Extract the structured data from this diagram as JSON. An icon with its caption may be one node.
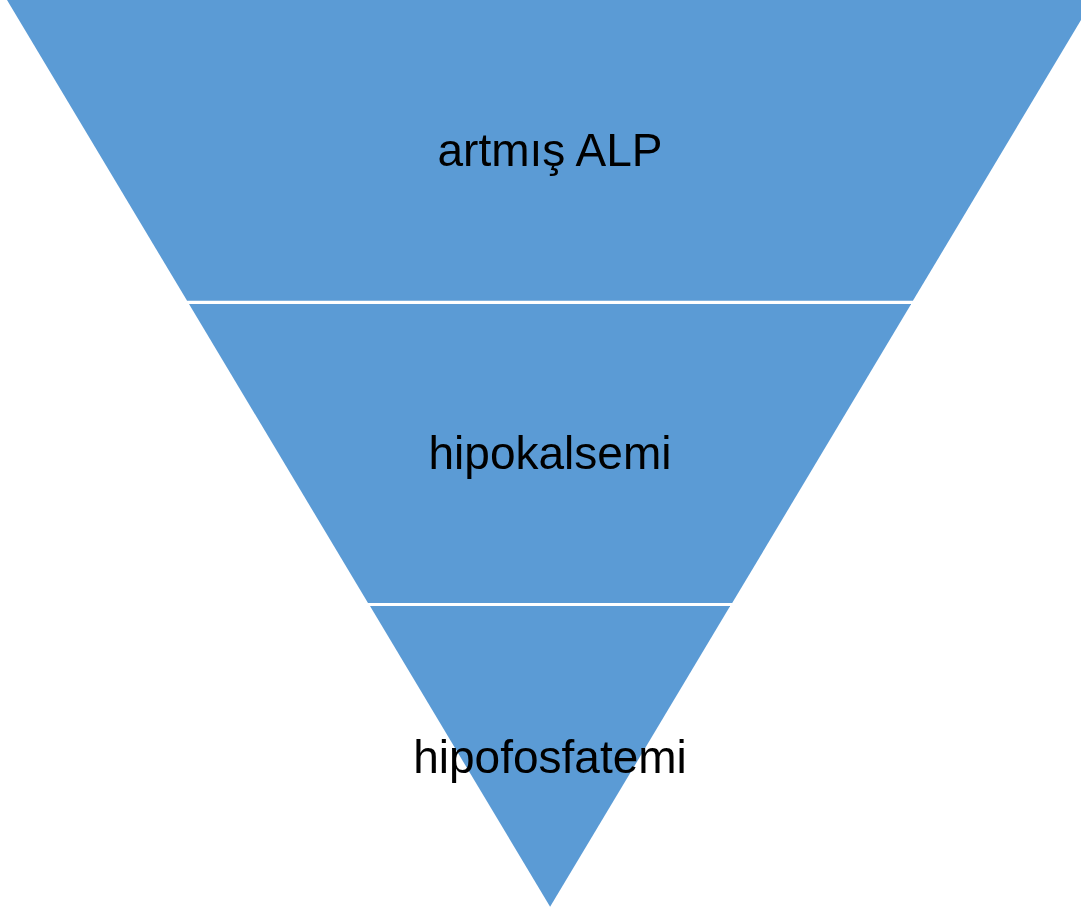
{
  "diagram": {
    "nodes": [
      {
        "text": [
          "artmış ALP"
        ]
      },
      {
        "text": [
          "hipokalsemi"
        ]
      },
      {
        "text": [
          "hipofosfatemi"
        ]
      }
    ]
  }
}
